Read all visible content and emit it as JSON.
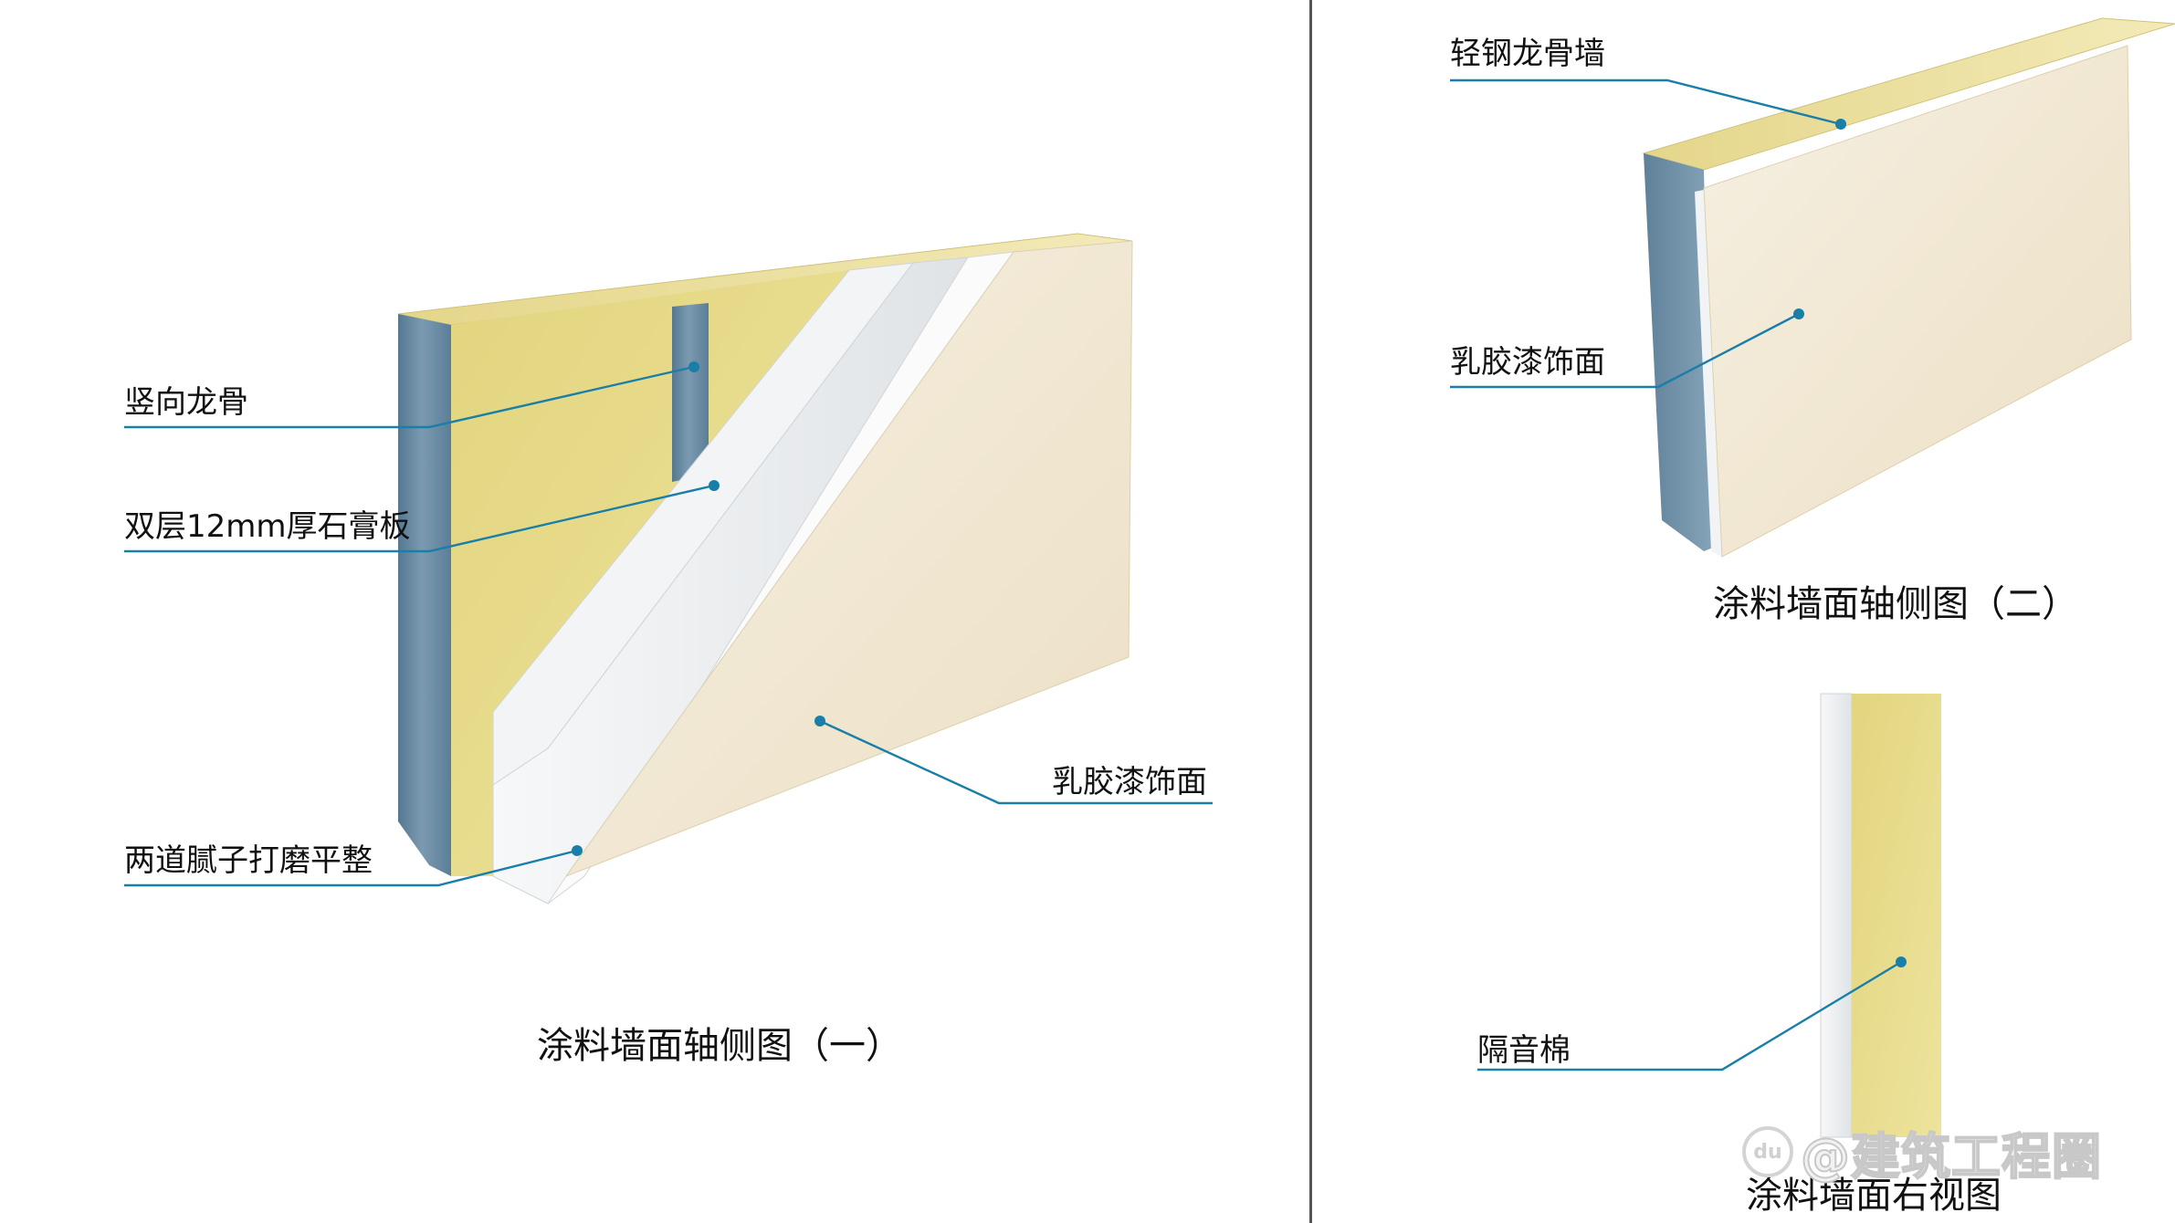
{
  "figure1": {
    "caption": "涂料墙面轴侧图（一）",
    "callouts": {
      "stud": "竖向龙骨",
      "gypsum": "双层12mm厚石膏板",
      "putty": "两道腻子打磨平整",
      "paint": "乳胶漆饰面"
    }
  },
  "figure2": {
    "caption": "涂料墙面轴侧图（二）",
    "callouts": {
      "wall": "轻钢龙骨墙",
      "paint": "乳胶漆饰面"
    }
  },
  "figure3": {
    "caption": "涂料墙面右视图",
    "callouts": {
      "insulation": "隔音棉"
    }
  },
  "watermark": {
    "mark": "du",
    "text": "@建筑工程圈"
  },
  "colors": {
    "leader_line": "#1a7fa8",
    "steel_stud": "#6e8fa8",
    "insulation": "#e8dc8c",
    "gypsum_board": "#eceef0",
    "paint_face": "#f1e8d4"
  }
}
